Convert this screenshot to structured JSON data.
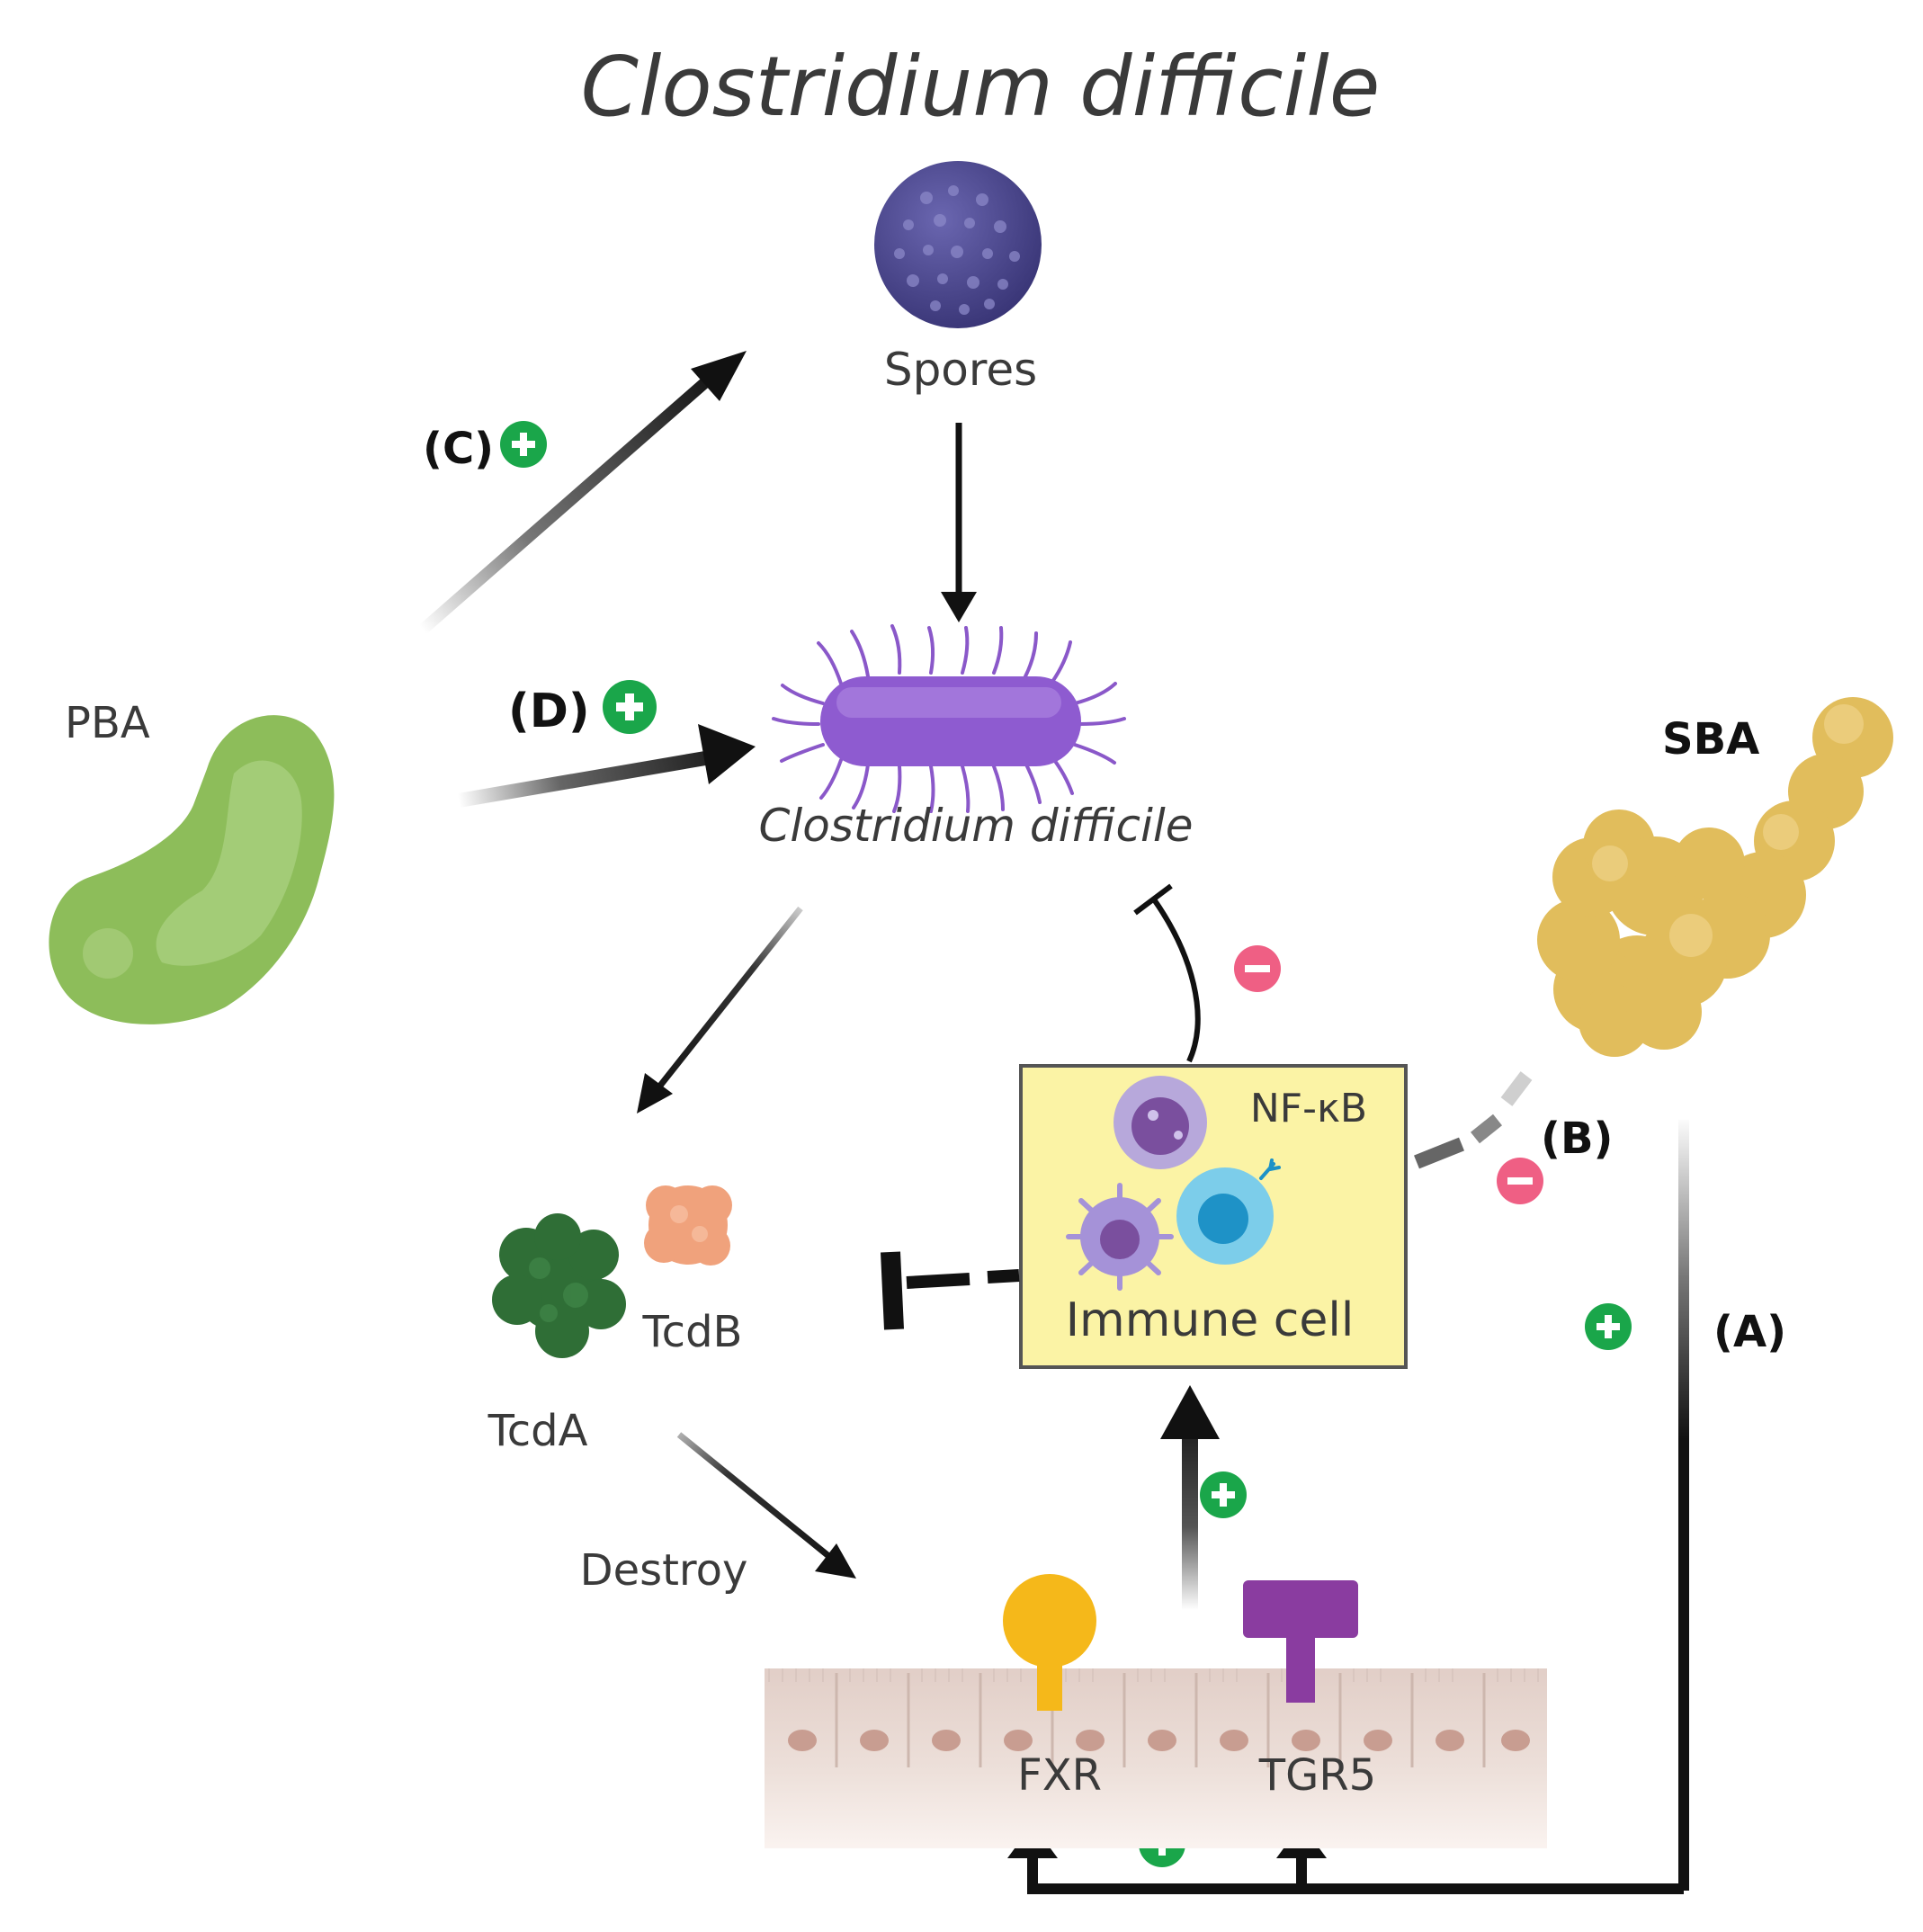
{
  "title": "Clostridium difficile",
  "nodes": {
    "spores": "Spores",
    "bacterium": "Clostridium difficile",
    "pba": "PBA",
    "sba": "SBA",
    "tcdA": "TcdA",
    "tcdB": "TcdB",
    "destroy": "Destroy",
    "nfkb": "NF-κB",
    "immune_cell": "Immune cell",
    "fxr": "FXR",
    "tgr5": "TGR5"
  },
  "pathways": {
    "A": "(A)",
    "B": "(B)",
    "C": "(C)",
    "D": "(D)"
  },
  "signs": {
    "plus": "+",
    "minus": "−"
  },
  "colors": {
    "plus": "#1aa64a",
    "minus": "#ef5f84",
    "pba": "#8dbd5a",
    "sba": "#e1bd5c",
    "spore": "#4a4590",
    "bacterium": "#8e5bd0",
    "immune_box": "#fbf3a5",
    "tcdA": "#2f6e36",
    "tcdB": "#f0a27c",
    "fxr": "#f5b81a",
    "tgr5": "#8a3ca0",
    "epithelium": "#e8d8d2"
  }
}
